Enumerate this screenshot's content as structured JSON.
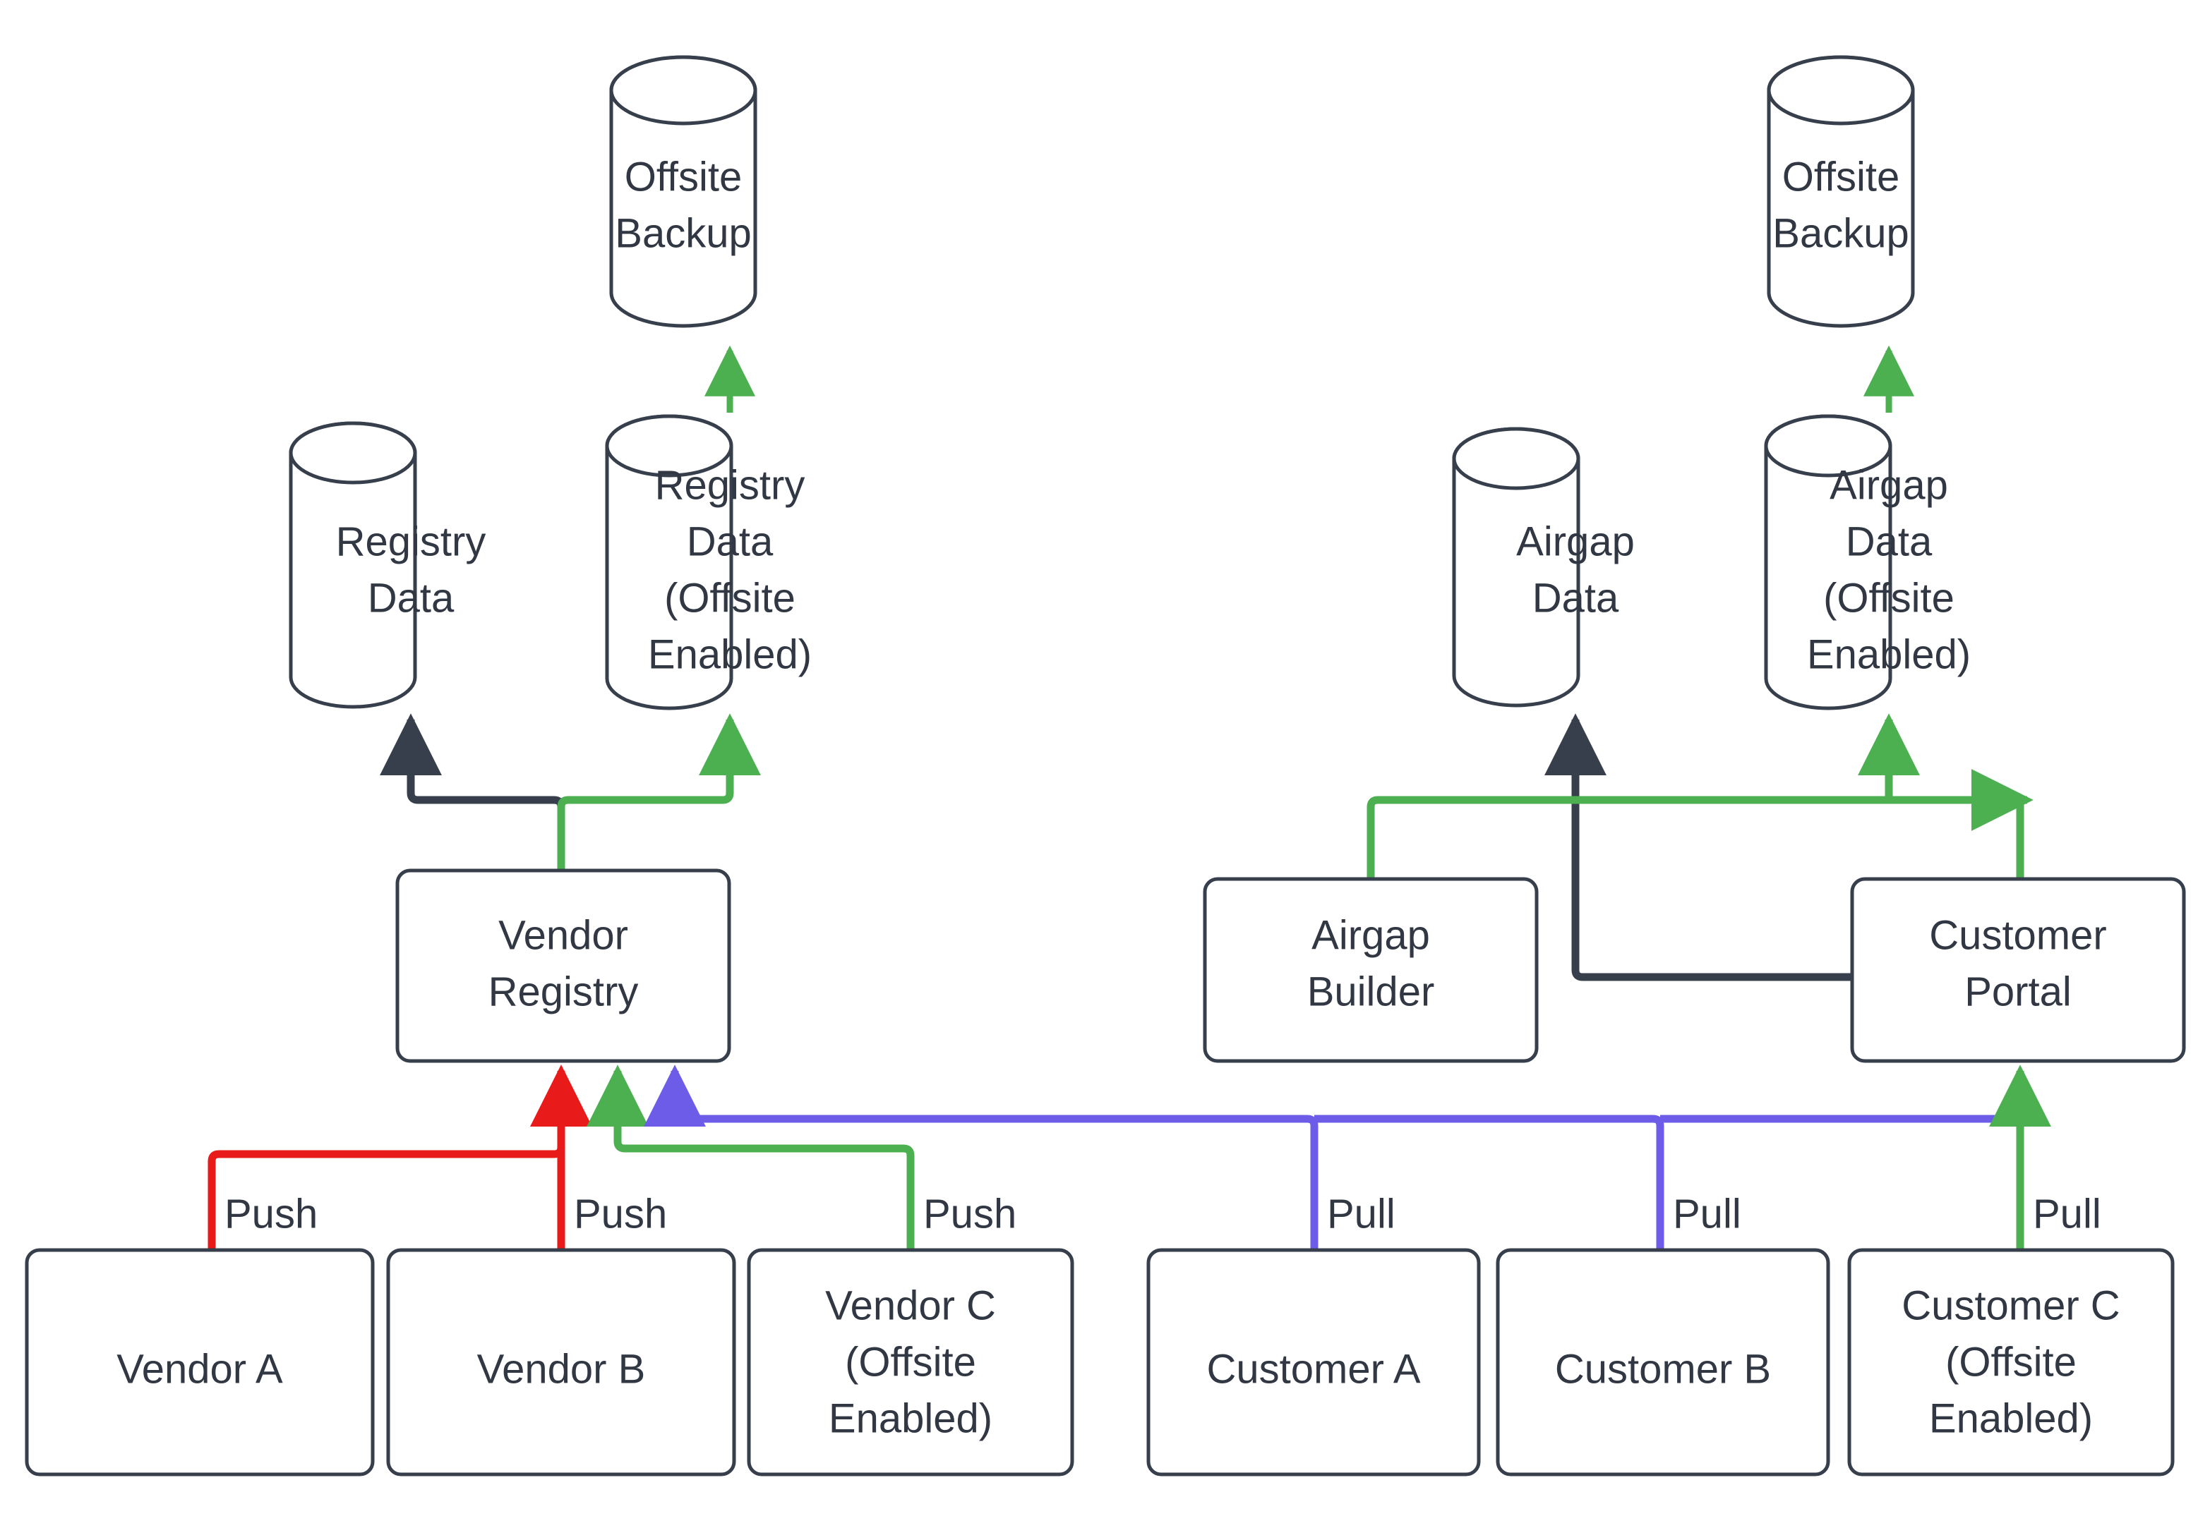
{
  "diagram": {
    "title": "Vendor registry and airgap data flow",
    "background": "#ffffff",
    "colors": {
      "node_stroke": "#363f4b",
      "node_fill": "#ffffff",
      "text": "#313843",
      "dark_edge": "#363f4b",
      "green_edge": "#4caf50",
      "red_edge": "#e81a1a",
      "purple_edge": "#6c5ce7"
    },
    "nodes": {
      "offsite_backup_left": {
        "label_lines": [
          "Offsite",
          "Backup"
        ],
        "shape": "cylinder"
      },
      "offsite_backup_right": {
        "label_lines": [
          "Offsite",
          "Backup"
        ],
        "shape": "cylinder"
      },
      "registry_data": {
        "label_lines": [
          "Registry",
          "Data"
        ],
        "shape": "cylinder"
      },
      "registry_data_offsite": {
        "label_lines": [
          "Registry",
          "Data",
          "(Offsite",
          "Enabled)"
        ],
        "shape": "cylinder"
      },
      "airgap_data": {
        "label_lines": [
          "Airgap",
          "Data"
        ],
        "shape": "cylinder"
      },
      "airgap_data_offsite": {
        "label_lines": [
          "Airgap",
          "Data",
          "(Offsite",
          "Enabled)"
        ],
        "shape": "cylinder"
      },
      "vendor_registry": {
        "label_lines": [
          "Vendor",
          "Registry"
        ],
        "shape": "box"
      },
      "airgap_builder": {
        "label_lines": [
          "Airgap",
          "Builder"
        ],
        "shape": "box"
      },
      "customer_portal": {
        "label_lines": [
          "Customer",
          "Portal"
        ],
        "shape": "box"
      },
      "vendor_a": {
        "label_lines": [
          "Vendor A"
        ],
        "shape": "box"
      },
      "vendor_b": {
        "label_lines": [
          "Vendor B"
        ],
        "shape": "box"
      },
      "vendor_c": {
        "label_lines": [
          "Vendor C",
          "(Offsite",
          "Enabled)"
        ],
        "shape": "box"
      },
      "customer_a": {
        "label_lines": [
          "Customer A"
        ],
        "shape": "box"
      },
      "customer_b": {
        "label_lines": [
          "Customer B"
        ],
        "shape": "box"
      },
      "customer_c": {
        "label_lines": [
          "Customer C",
          "(Offsite",
          "Enabled)"
        ],
        "shape": "box"
      }
    },
    "edge_labels": {
      "vendor_a_push": "Push",
      "vendor_b_push": "Push",
      "vendor_c_push": "Push",
      "customer_a_pull": "Pull",
      "customer_b_pull": "Pull",
      "customer_c_pull": "Pull"
    },
    "edges": [
      {
        "from": "registry_data_offsite",
        "to": "offsite_backup_left",
        "color": "green",
        "label": ""
      },
      {
        "from": "airgap_data_offsite",
        "to": "offsite_backup_right",
        "color": "green",
        "label": ""
      },
      {
        "from": "vendor_registry",
        "to": "registry_data",
        "color": "dark",
        "label": ""
      },
      {
        "from": "vendor_registry",
        "to": "registry_data_offsite",
        "color": "green",
        "label": ""
      },
      {
        "from": "customer_portal",
        "to": "airgap_data",
        "color": "dark",
        "label": ""
      },
      {
        "from": "airgap_builder",
        "to": "airgap_data_offsite",
        "color": "green",
        "label": ""
      },
      {
        "from": "vendor_a",
        "to": "vendor_registry",
        "color": "red",
        "label": "Push"
      },
      {
        "from": "vendor_b",
        "to": "vendor_registry",
        "color": "red",
        "label": "Push"
      },
      {
        "from": "vendor_c",
        "to": "vendor_registry",
        "color": "green",
        "label": "Push"
      },
      {
        "from": "customer_a",
        "to": "vendor_registry",
        "color": "purple",
        "label": "Pull"
      },
      {
        "from": "customer_b",
        "to": "vendor_registry",
        "color": "purple",
        "label": "Pull"
      },
      {
        "from": "customer_c",
        "to": "customer_portal",
        "color": "green",
        "label": "Pull"
      }
    ]
  }
}
